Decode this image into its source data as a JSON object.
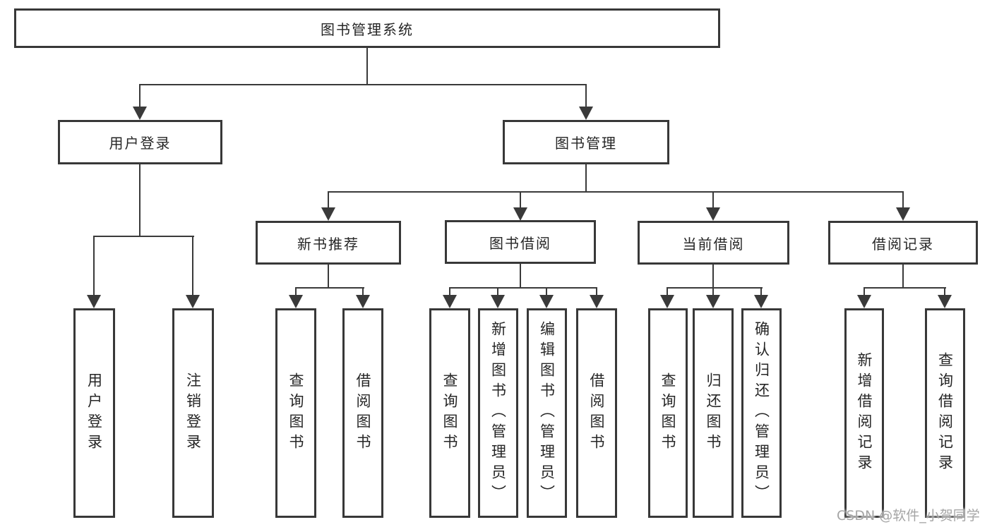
{
  "colors": {
    "background": "#ffffff",
    "line": "#3a3a3a",
    "box_border": "#383838",
    "text": "#262626",
    "watermark": "#a5a5a5"
  },
  "tree": {
    "label": "图书管理系统",
    "children": [
      {
        "label": "用户登录",
        "children": [
          {
            "label": "用户登录"
          },
          {
            "label": "注销登录"
          }
        ]
      },
      {
        "label": "图书管理",
        "children": [
          {
            "label": "新书推荐",
            "children": [
              {
                "label": "查询图书"
              },
              {
                "label": "借阅图书"
              }
            ]
          },
          {
            "label": "图书借阅",
            "children": [
              {
                "label": "查询图书"
              },
              {
                "label": "新增图书（管理员）"
              },
              {
                "label": "编辑图书（管理员）"
              },
              {
                "label": "借阅图书"
              }
            ]
          },
          {
            "label": "当前借阅",
            "children": [
              {
                "label": "查询图书"
              },
              {
                "label": "归还图书"
              },
              {
                "label": "确认归还（管理员）"
              }
            ]
          },
          {
            "label": "借阅记录",
            "children": [
              {
                "label": "新增借阅记录"
              },
              {
                "label": "查询借阅记录"
              }
            ]
          }
        ]
      }
    ]
  },
  "watermark": {
    "text": "CSDN @软件_小贺同学"
  }
}
